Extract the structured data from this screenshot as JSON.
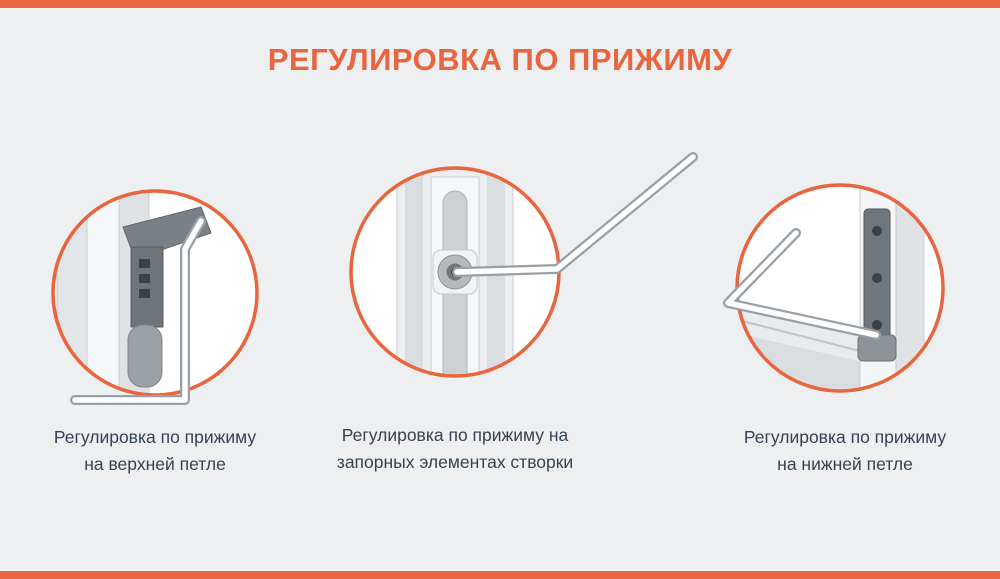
{
  "page": {
    "title": "РЕГУЛИРОВКА ПО ПРИЖИМУ",
    "colors": {
      "accent": "#e8653e",
      "background": "#edeff1",
      "caption_text": "#364258",
      "hardware_dark": "#70777c",
      "frame_light": "#e3e6e8"
    }
  },
  "panels": [
    {
      "id": "upper-hinge",
      "caption_line1": "Регулировка по прижиму",
      "caption_line2": "на верхней петле",
      "illustration": "hex-key-adjusting-top-hinge"
    },
    {
      "id": "sash-locking-elements",
      "caption_line1": "Регулировка по прижиму на",
      "caption_line2": "запорных элементах створки",
      "illustration": "hex-key-adjusting-locking-cam"
    },
    {
      "id": "lower-hinge",
      "caption_line1": "Регулировка по прижиму",
      "caption_line2": "на нижней петле",
      "illustration": "hex-key-adjusting-bottom-hinge"
    }
  ],
  "icons": {
    "hex_key": "allen-wrench-l-shape",
    "locking_cam": "eccentric-cam-round",
    "hinge": "window-hinge-plate"
  }
}
